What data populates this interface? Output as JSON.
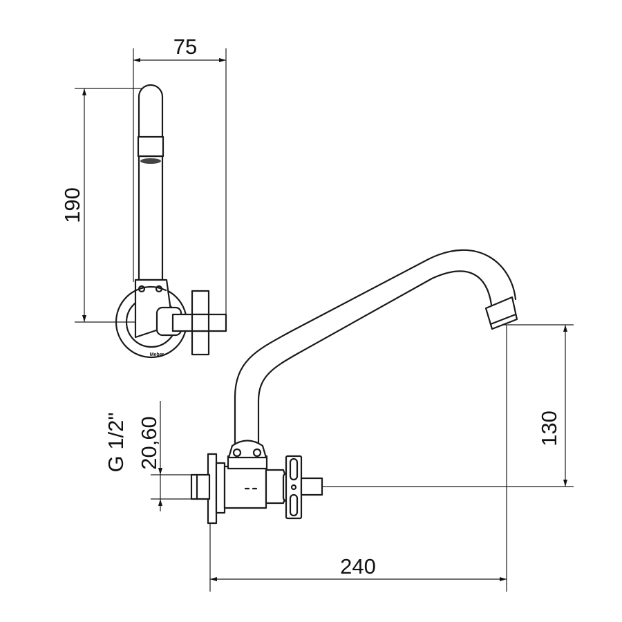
{
  "dimensions": {
    "width_top": "75",
    "height_left": "190",
    "thread": "G 1/2\"",
    "thread_diameter": "20,60",
    "spout_height": "130",
    "reach": "240"
  },
  "brand_mark": "Meber"
}
